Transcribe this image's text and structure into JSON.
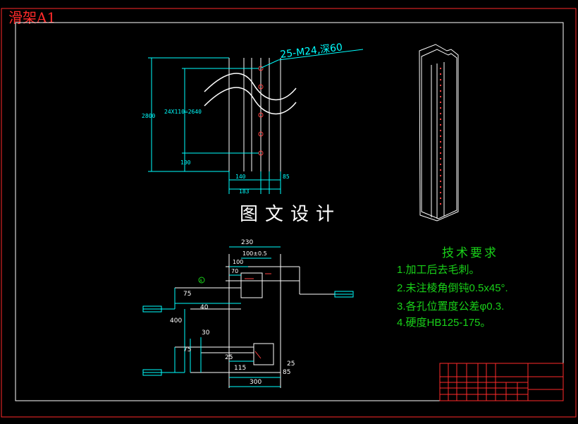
{
  "drawing_title": "滑架A1",
  "watermark": "图文设计",
  "top_view": {
    "thread_callout": "25-M24,深60",
    "pitch_dimension": "24X110=2640",
    "overall_length": "2800",
    "end_offset": "100",
    "width_left": "140",
    "width_right": "85",
    "total_width": "183"
  },
  "bottom_view": {
    "dimensions": [
      "230",
      "100±0.5",
      "100",
      "70",
      "75",
      "40",
      "400",
      "30",
      "75",
      "25",
      "115",
      "85",
      "25",
      "300"
    ],
    "datum_symbol": "A"
  },
  "tech_requirements": {
    "title": "技术要求",
    "items": [
      "1.加工后去毛刺。",
      "2.未注棱角倒钝0.5x45°.",
      "3.各孔位置度公差φ0.3.",
      "4.硬度HB125-175。"
    ]
  },
  "colors": {
    "frame": "#ff2a2a",
    "dimension": "#00ffff",
    "geometry": "#ffffff",
    "hole": "#ff4040",
    "notes": "#19d119"
  }
}
